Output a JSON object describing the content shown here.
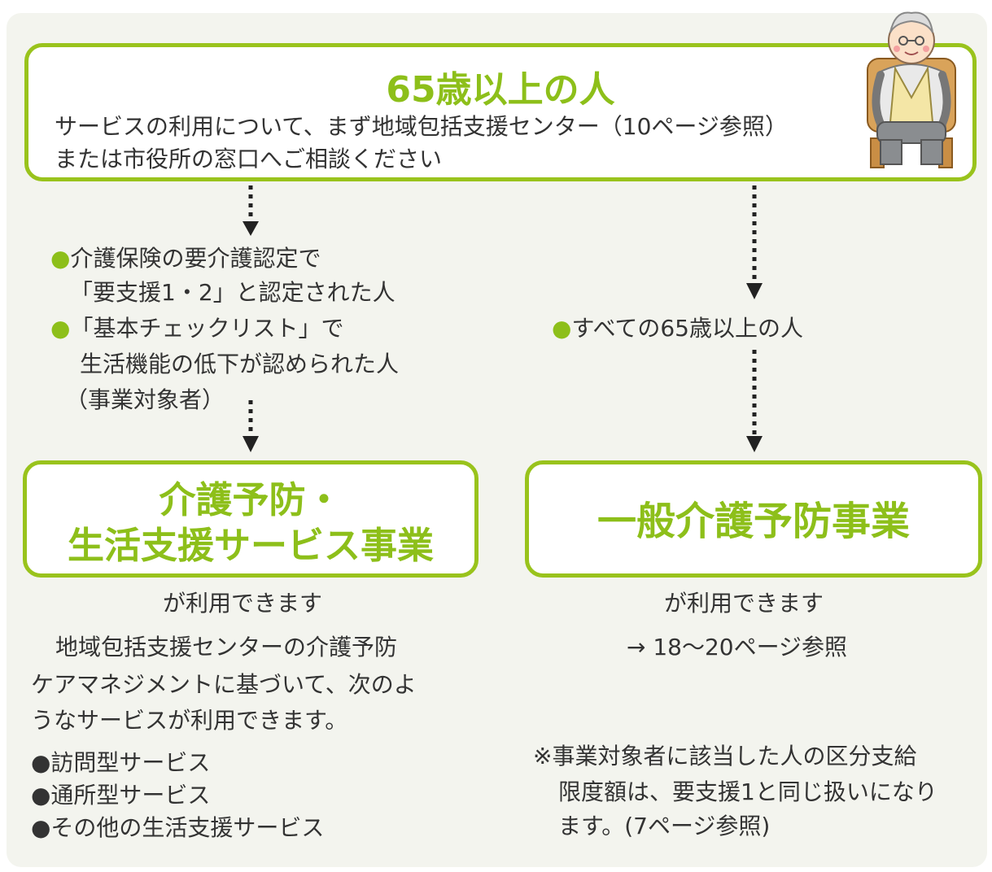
{
  "colors": {
    "accent": "#99c31c",
    "title_green": "#8dbf1a",
    "panel_bg": "#f3f4ee",
    "text": "#333333"
  },
  "top_box": {
    "title": "65歳以上の人",
    "desc_line1": "サービスの利用について、まず地域包括支援センター（10ページ参照）",
    "desc_line2": "または市役所の窓口へご相談ください",
    "illustration": "elderly-person-icon"
  },
  "left_branch": {
    "bullet": "●",
    "criteria": [
      {
        "line1": "介護保険の要介護認定で",
        "line2": "「要支援1・2」と認定された人"
      },
      {
        "line1": "「基本チェックリスト」で",
        "line2": "生活機能の低下が認められた人",
        "line3": "（事業対象者）"
      }
    ],
    "box_title_line1": "介護予防・",
    "box_title_line2": "生活支援サービス事業",
    "available": "が利用できます",
    "desc_line1": "地域包括支援センターの介護予防",
    "desc_line2": "ケアマネジメントに基づいて、次のよ",
    "desc_line3": "うなサービスが利用できます。",
    "services": [
      "●訪問型サービス",
      "●通所型サービス",
      "●その他の生活支援サービス"
    ]
  },
  "right_branch": {
    "bullet": "●",
    "criteria": "すべての65歳以上の人",
    "box_title": "一般介護予防事業",
    "available": "が利用できます",
    "ref": "→ 18〜20ページ参照",
    "note_line1": "※事業対象者に該当した人の区分支給",
    "note_line2": "限度額は、要支援1と同じ扱いになり",
    "note_line3": "ます。(7ページ参照)"
  }
}
